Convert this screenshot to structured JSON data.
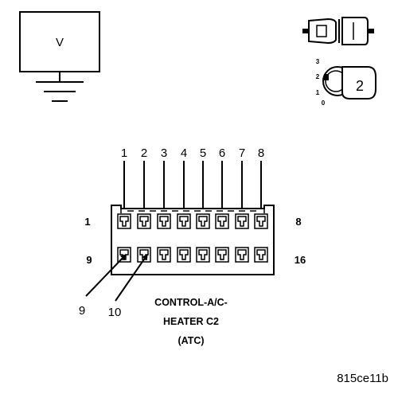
{
  "meter": {
    "label": "V"
  },
  "ignition": {
    "positions": [
      "3",
      "2",
      "1",
      "0"
    ],
    "selected": "2"
  },
  "connector": {
    "pin_labels_top": [
      "1",
      "2",
      "3",
      "4",
      "5",
      "6",
      "7",
      "8"
    ],
    "pin_labels_bottom": [
      "9",
      "10"
    ],
    "row1_start": "1",
    "row1_end": "8",
    "row2_start": "9",
    "row2_end": "16",
    "name_line1": "CONTROL-A/C-",
    "name_line2": "HEATER C2",
    "name_line3": "(ATC)"
  },
  "figure_id": "815ce11b",
  "colors": {
    "ink": "#000000",
    "background": "#ffffff"
  }
}
